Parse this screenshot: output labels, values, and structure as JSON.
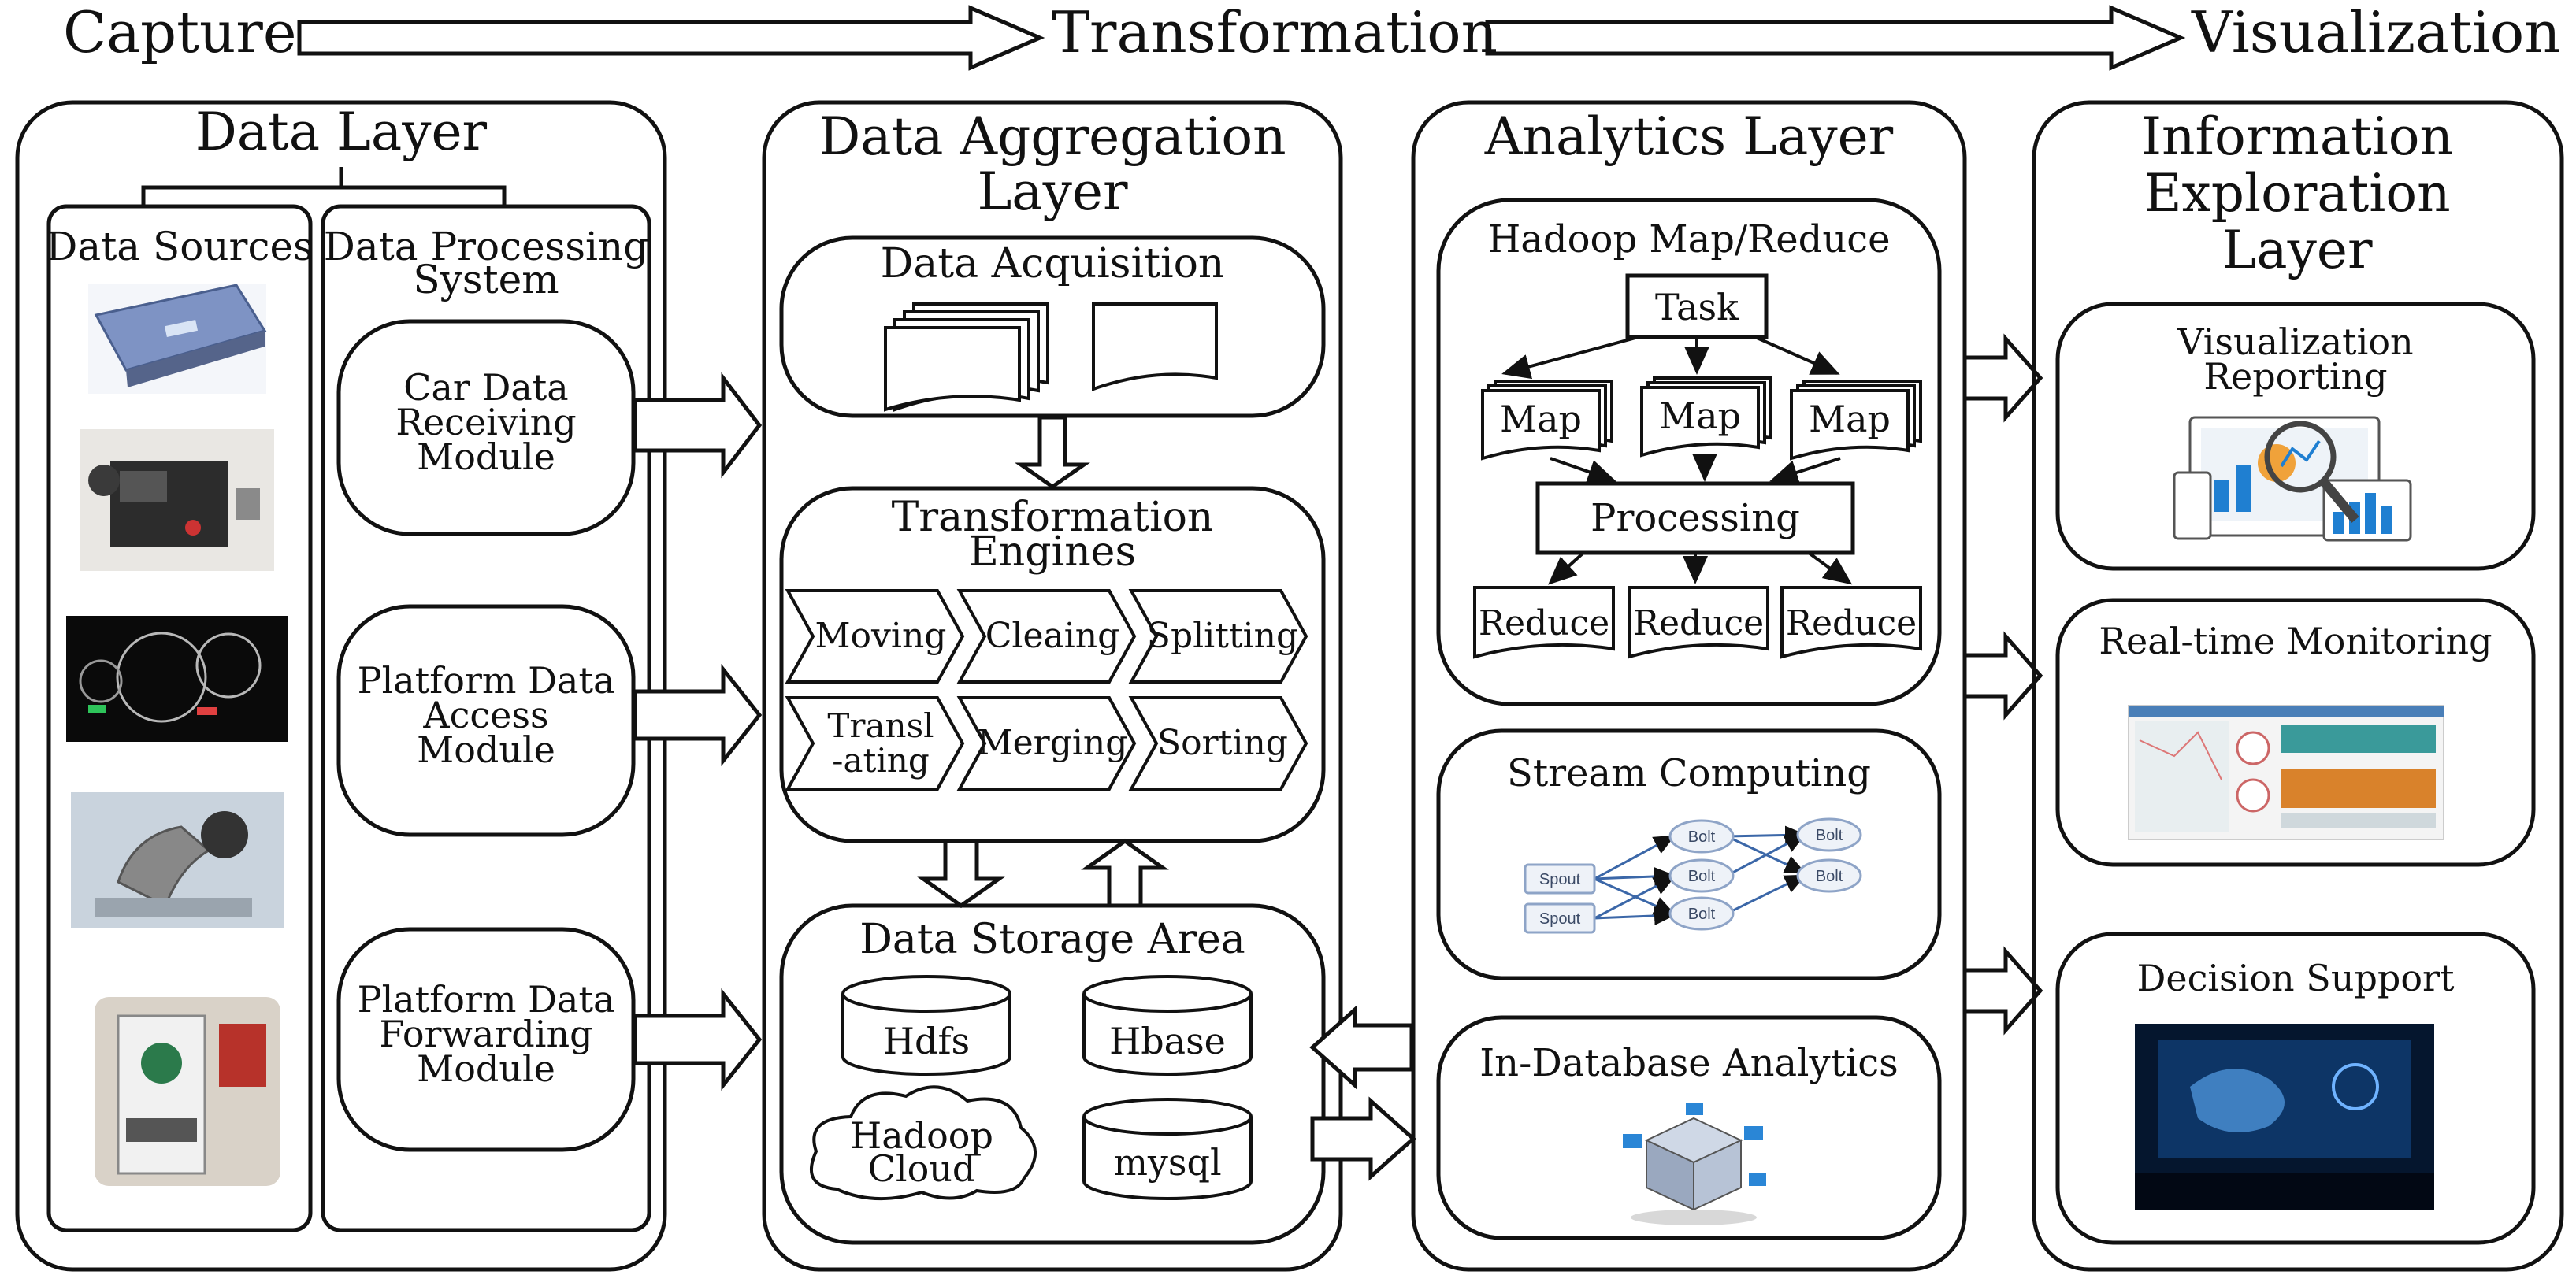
{
  "header": {
    "stages": [
      "Capture",
      "Transformation",
      "Visualization"
    ]
  },
  "data_layer": {
    "title": "Data Layer",
    "sources": {
      "title": "Data Sources",
      "images": [
        "car-terminal-device-photo",
        "motor-controller-photo",
        "dashboard-photo",
        "gear-shifter-photo",
        "charging-station-photo"
      ]
    },
    "processing": {
      "title_lines": [
        "Data Processing",
        "System"
      ],
      "modules": [
        {
          "lines": [
            "Car Data",
            "Receiving",
            "Module"
          ]
        },
        {
          "lines": [
            "Platform Data",
            "Access",
            "Module"
          ]
        },
        {
          "lines": [
            "Platform Data",
            "Forwarding",
            "Module"
          ]
        }
      ]
    }
  },
  "aggregation_layer": {
    "title_lines": [
      "Data Aggregation",
      "Layer"
    ],
    "acquisition": {
      "title": "Data Acquisition"
    },
    "engines": {
      "title_lines": [
        "Transformation",
        "Engines"
      ],
      "steps": [
        {
          "lines": [
            "Moving"
          ]
        },
        {
          "lines": [
            "Cleaing"
          ]
        },
        {
          "lines": [
            "Splitting"
          ]
        },
        {
          "lines": [
            "Transl",
            "-ating"
          ]
        },
        {
          "lines": [
            "Merging"
          ]
        },
        {
          "lines": [
            "Sorting"
          ]
        }
      ]
    },
    "storage": {
      "title": "Data Storage Area",
      "items": [
        "Hdfs",
        "Hbase",
        "mysql"
      ],
      "cloud_lines": [
        "Hadoop",
        "Cloud"
      ]
    }
  },
  "analytics_layer": {
    "title": "Analytics Layer",
    "hadoop": {
      "title": "Hadoop Map/Reduce",
      "task": "Task",
      "maps": [
        "Map",
        "Map",
        "Map"
      ],
      "processing": "Processing",
      "reduces": [
        "Reduce",
        "Reduce",
        "Reduce"
      ]
    },
    "stream": {
      "title": "Stream Computing",
      "spouts": [
        "Spout",
        "Spout"
      ],
      "bolts": [
        "Bolt",
        "Bolt",
        "Bolt",
        "Bolt",
        "Bolt"
      ]
    },
    "indb": {
      "title": "In-Database Analytics"
    }
  },
  "exploration_layer": {
    "title_lines": [
      "Information",
      "Exploration",
      "Layer"
    ],
    "items": [
      {
        "lines": [
          "Visualization",
          "Reporting"
        ]
      },
      {
        "lines": [
          "Real-time Monitoring"
        ]
      },
      {
        "lines": [
          "Decision Support"
        ]
      }
    ]
  }
}
